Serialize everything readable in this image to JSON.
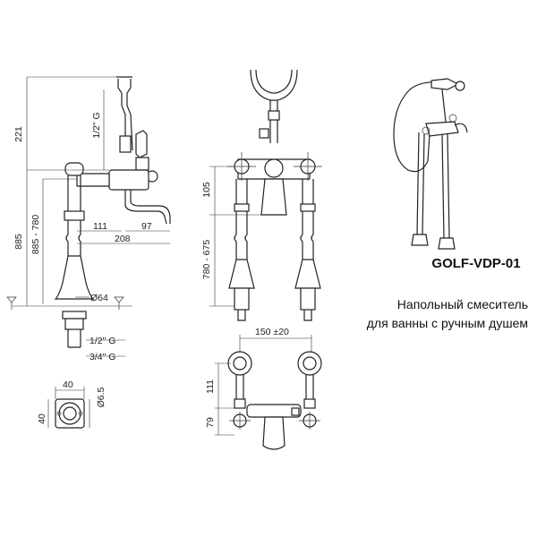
{
  "product": {
    "model": "GOLF-VDP-01",
    "description_line1": "Напольный смеситель",
    "description_line2": "для ванны с ручным душем"
  },
  "dimensions": {
    "d221": "221",
    "d885": "885",
    "d885_780": "885 - 780",
    "d105": "105",
    "d780_675": "780 - 675",
    "d111_side": "111",
    "d208": "208",
    "d97": "97",
    "d64": "Ø64",
    "thread_half_top": "1/2\" G",
    "thread_half_bottom": "1/2\" G",
    "thread_three_quarter": "3/4\" G",
    "d40_w": "40",
    "d40_h": "40",
    "d6_5": "Ø6.5",
    "d150": "150 ±20",
    "d111_top": "111",
    "d79": "79"
  },
  "colors": {
    "line": "#222222",
    "background": "#ffffff"
  }
}
